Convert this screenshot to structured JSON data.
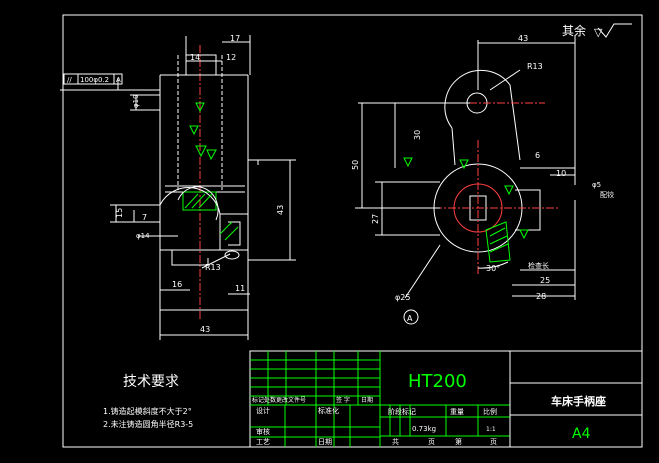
{
  "corner_note": {
    "text": "其余",
    "symbol": "▽"
  },
  "tech": {
    "title": "技术要求",
    "notes": [
      "1.铸造起模斜度不大于2°",
      "2.未注铸造圆角半径R3-5"
    ]
  },
  "title_block": {
    "material": "HT200",
    "part_name": "车床手柄座",
    "paper_size": "A4",
    "mass": "0.73kg",
    "scale": "1:1",
    "headers": {
      "stage_mark": "阶段标记",
      "weight": "重量",
      "ratio": "比例",
      "change_label": "标记处数更改文件号",
      "sign": "签 字",
      "date": "日期",
      "design": "设计",
      "standardize": "标准化",
      "review": "审核",
      "process": "工艺",
      "date2": "日期",
      "total": "共",
      "page": "页",
      "sheet": "第",
      "page2": "页"
    }
  },
  "left_view": {
    "dims": {
      "d17": "17",
      "d14": "14",
      "d12": "12",
      "tol": "//",
      "tol_val": "100φ0.2",
      "tol_ref": "A",
      "phi10": "φ10",
      "phi14": "φ14",
      "d15": "15",
      "d7": "7",
      "d43v": "43",
      "r13": "R13",
      "d16": "16",
      "d11": "11",
      "d43h": "43"
    }
  },
  "right_view": {
    "dims": {
      "d43": "43",
      "r13": "R13",
      "d30": "30",
      "d50": "50",
      "d27": "27",
      "d6": "6",
      "d10": "10",
      "phi5": "φ5",
      "match_note": "配铰",
      "d25": "25",
      "d28": "28",
      "d30deg": "30°",
      "check": "检查长",
      "phi25": "φ25",
      "datum": "A"
    }
  }
}
